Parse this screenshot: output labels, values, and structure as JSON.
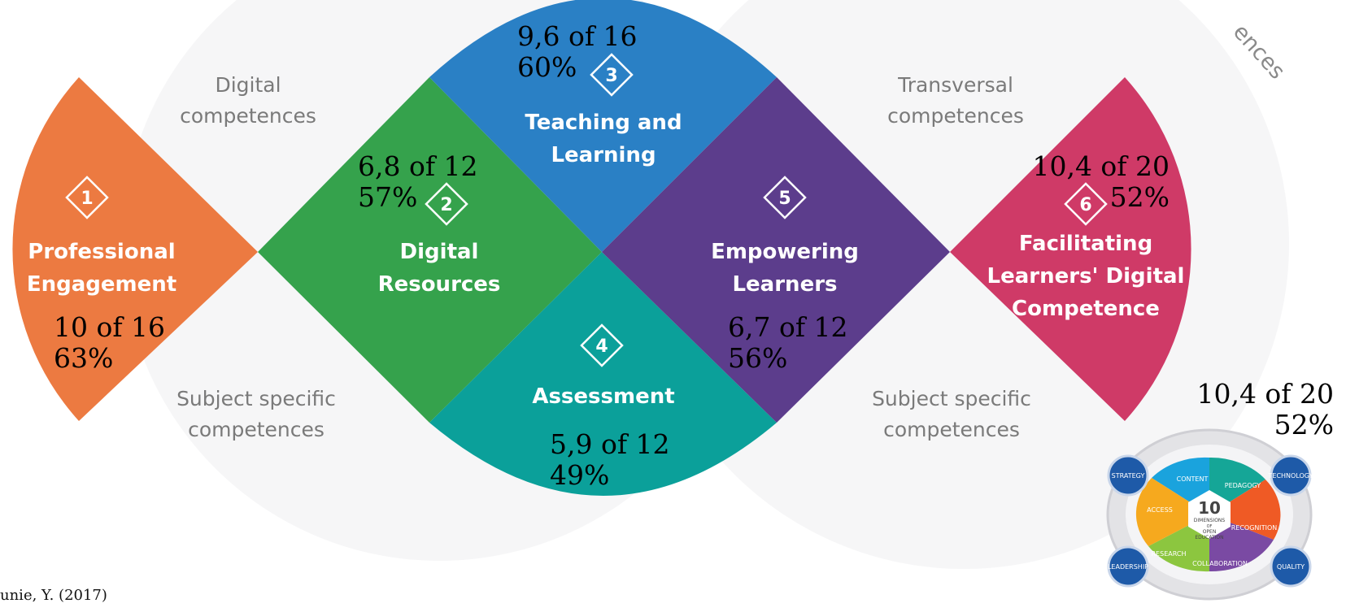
{
  "areas": [
    {
      "num": "1",
      "label_line1": "Professional",
      "label_line2": "Engagement",
      "color": "#ec7a41",
      "score": "10 of 16",
      "percent": "63%"
    },
    {
      "num": "2",
      "label_line1": "Digital",
      "label_line2": "Resources",
      "color": "#35a24c",
      "score": "6,8 of 12",
      "percent": "57%"
    },
    {
      "num": "3",
      "label_line1": "Teaching and",
      "label_line2": "Learning",
      "color": "#2a80c5",
      "score": "9,6 of 16",
      "percent": "60%"
    },
    {
      "num": "4",
      "label_line1": "Assessment",
      "label_line2": "",
      "color": "#0ba09a",
      "score": "5,9 of 12",
      "percent": "49%"
    },
    {
      "num": "5",
      "label_line1": "Empowering",
      "label_line2": "Learners",
      "color": "#5c3d8c",
      "score": "6,7 of 12",
      "percent": "56%"
    },
    {
      "num": "6",
      "label_line1": "Facilitating",
      "label_line2": "Learners' Digital",
      "label_line3": "Competence",
      "color": "#cf3a67",
      "score": "10,4 of 20",
      "percent": "52%"
    }
  ],
  "connectors": {
    "top_left_1": "Digital",
    "top_left_2": "competences",
    "top_right_1": "Transversal",
    "top_right_2": "competences",
    "bottom_left_1": "Subject specific",
    "bottom_left_2": "competences",
    "bottom_right_1": "Subject specific",
    "bottom_right_2": "competences",
    "corner_arc_text": "ences"
  },
  "open_education": {
    "score": "10,4 of 20",
    "percent": "52%",
    "center_number": "10",
    "center_line1": "DIMENSIONS",
    "center_line2": "OF",
    "center_line3": "OPEN",
    "center_line4": "EDUCATION",
    "outer": [
      "STRATEGY",
      "TECHNOLOGY",
      "LEADERSHIP",
      "QUALITY"
    ],
    "inner": [
      "CONTENT",
      "PEDAGOGY",
      "RECOGNITION",
      "COLLABORATION",
      "RESEARCH",
      "ACCESS"
    ]
  },
  "citation": "unie, Y. (2017)"
}
